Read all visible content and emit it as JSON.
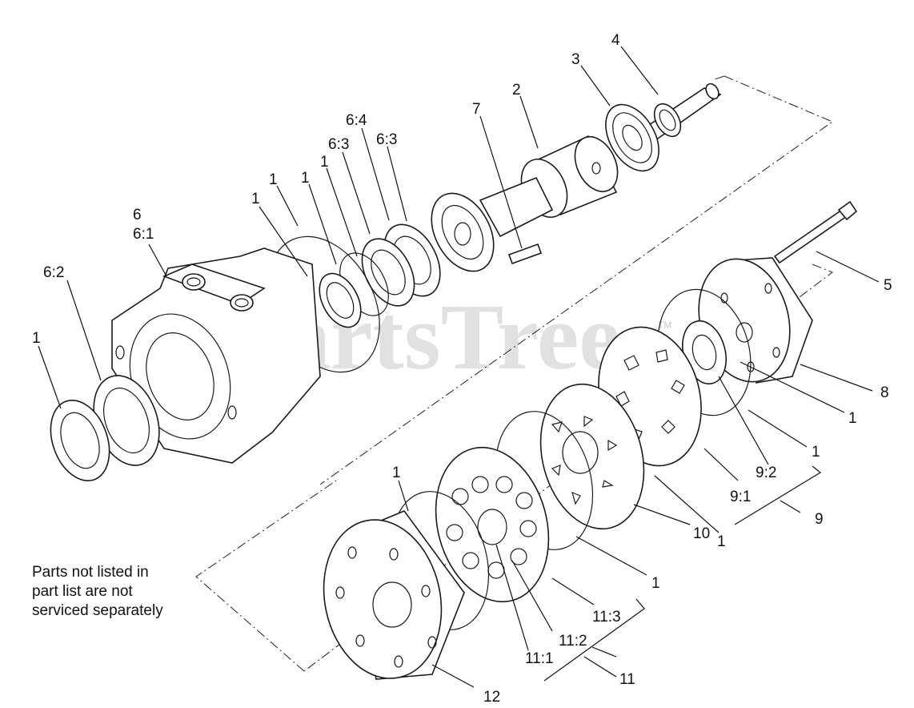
{
  "watermark": {
    "text": "PartsTree",
    "trademark": "TM"
  },
  "note": {
    "line1": "Parts not listed in",
    "line2": "part list are not",
    "line3": "serviced separately"
  },
  "callouts": {
    "c4": "4",
    "c3": "3",
    "c2": "2",
    "c7": "7",
    "c6_4": "6:4",
    "c6_3a": "6:3",
    "c6_3b": "6:3",
    "c1_a": "1",
    "c1_b": "1",
    "c1_c": "1",
    "c1_d": "1",
    "c6": "6",
    "c6_1": "6:1",
    "c6_2": "6:2",
    "c1_e": "1",
    "c5": "5",
    "c8": "8",
    "c1_f": "1",
    "c1_g": "1",
    "c9_2": "9:2",
    "c9_1": "9:1",
    "c9": "9",
    "c1_h": "1",
    "c10": "10",
    "c1_i": "1",
    "c1_j": "1",
    "c11_3": "11:3",
    "c11_2": "11:2",
    "c11_1": "11:1",
    "c11": "11",
    "c12": "12"
  }
}
